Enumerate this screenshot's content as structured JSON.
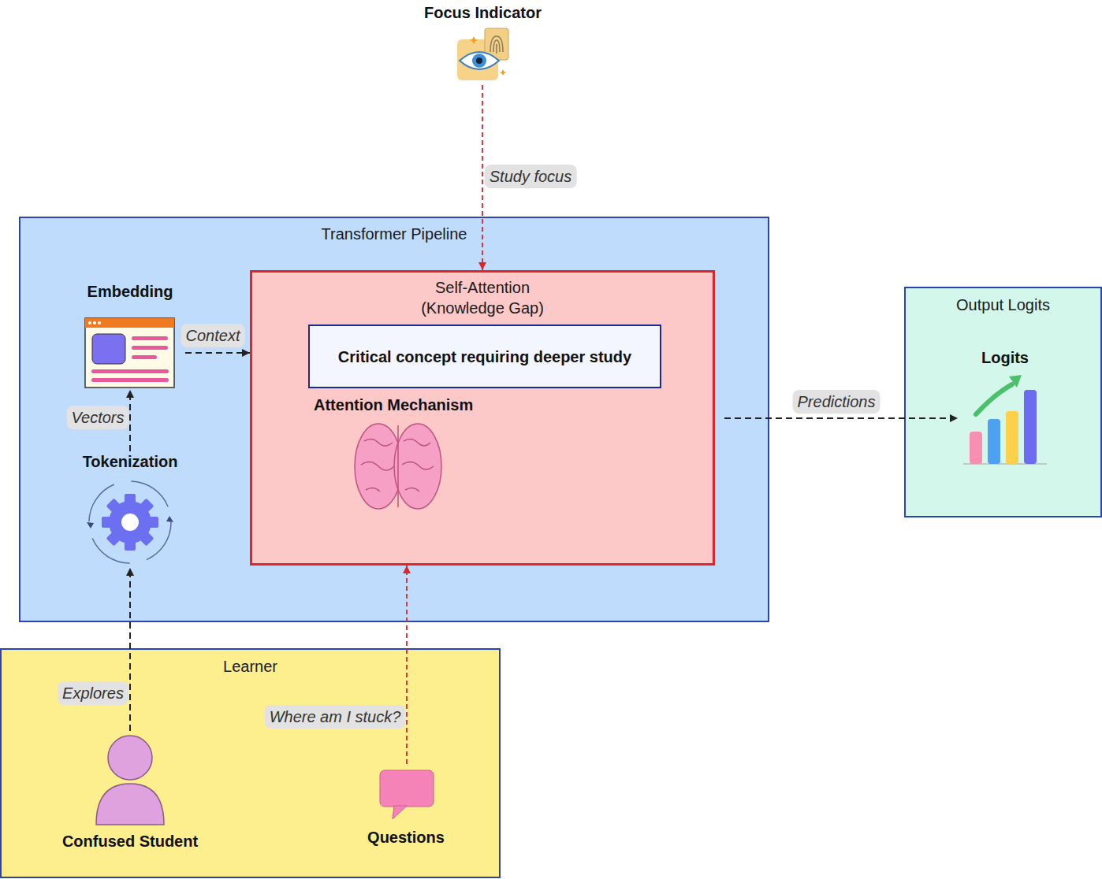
{
  "diagram": {
    "nodes": [
      {
        "text": [
          "Focus Indicator"
        ]
      },
      {
        "text": [
          "Transformer Pipeline"
        ]
      },
      {
        "text": [
          "Embedding"
        ],
        "in": 1
      },
      {
        "text": [
          "Tokenization"
        ],
        "in": 1
      },
      {
        "text": [
          "Self-Attention (Knowledge Gap)"
        ],
        "in": 1
      },
      {
        "text": [
          "Critical concept requiring deeper study"
        ],
        "in": 4
      },
      {
        "text": [
          "Attention Mechanism"
        ],
        "in": 4
      },
      {
        "text": [
          "Output Logits"
        ]
      },
      {
        "text": [
          "Logits"
        ],
        "in": 7
      },
      {
        "text": [
          "Learner"
        ]
      },
      {
        "text": [
          "Confused Student"
        ],
        "in": 9
      },
      {
        "text": [
          "Questions"
        ],
        "in": 9
      }
    ],
    "edges": [
      {
        "from": 0,
        "to": 4,
        "label": "Study focus",
        "arrow": "to"
      },
      {
        "from": 2,
        "to": 4,
        "label": "Context",
        "arrow": "to"
      },
      {
        "from": 3,
        "to": 2,
        "label": "Vectors",
        "arrow": "to"
      },
      {
        "from": 4,
        "to": 8,
        "label": "Predictions",
        "arrow": "to"
      },
      {
        "from": 10,
        "to": 3,
        "label": "Explores",
        "arrow": "to"
      },
      {
        "from": 11,
        "to": 4,
        "label": "Where am I stuck?",
        "arrow": "to"
      }
    ]
  }
}
